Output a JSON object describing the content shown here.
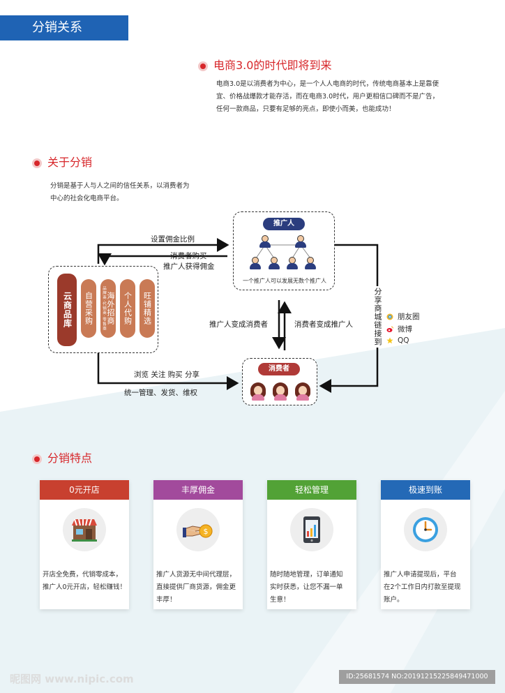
{
  "header": {
    "title": "分销关系"
  },
  "intro": {
    "title": "电商3.0的时代即将到来",
    "lines": [
      "电商3.0是以消费者为中心，是一个人人电商的时代，传统电商基本上是靠便",
      "宜、价格战爆款才能存活，而在电商3.0时代，用户更相信口碑而不是广告，",
      "任何一款商品，只要有足够的亮点，即使小而美，也能成功！"
    ]
  },
  "about": {
    "title": "关于分销",
    "lines": [
      "分销是基于人与人之间的信任关系，以消费者为",
      "中心的社会化电商平台。"
    ]
  },
  "diagram": {
    "left_items": [
      "云商品库",
      "自营采购",
      "海外招商",
      "个人代购",
      "旺铺精选"
    ],
    "left_small": "品牌商·代销商·零售商",
    "promoter": {
      "label": "推广人",
      "caption": "一个推广人可以发展无数个推广人"
    },
    "consumer": {
      "label": "消费者"
    },
    "texts": {
      "set_commission": "设置佣金比例",
      "consumer_buy": "消费者购买",
      "promoter_get": "推广人获得佣金",
      "promoter_to_consumer": "推广人变成消费者",
      "consumer_to_promoter": "消费者变成推广人",
      "browse": "浏览 关注 购买 分享",
      "manage": "统一管理、发货、维权",
      "share_vertical": "分享商城链接到"
    },
    "share": [
      {
        "icon": "moments-icon",
        "label": "朋友圈"
      },
      {
        "icon": "weibo-icon",
        "label": "微博"
      },
      {
        "icon": "qq-icon",
        "label": "QQ"
      }
    ],
    "colors": {
      "dark_pill": "#9b3a2b",
      "light_pill": "#c97a55",
      "navy": "#2b3d7e",
      "red": "#b03a37"
    }
  },
  "features": {
    "title": "分销特点",
    "cards": [
      {
        "title": "0元开店",
        "color": "#c8402f",
        "icon": "shop-icon",
        "lines": [
          "开店全免费，代销零成本，",
          "推广人0元开店，轻松赚钱！"
        ]
      },
      {
        "title": "丰厚佣金",
        "color": "#a24a9c",
        "icon": "money-hand-icon",
        "lines": [
          "推广人货源无中间代理层，",
          "直接提供厂商货源，佣金更",
          "丰厚！"
        ]
      },
      {
        "title": "轻松管理",
        "color": "#52a236",
        "icon": "phone-chart-icon",
        "lines": [
          "随时随地管理，订单通知",
          "实时获悉，让您不漏一单",
          "生意！"
        ]
      },
      {
        "title": "极速到账",
        "color": "#2469b6",
        "icon": "clock-icon",
        "lines": [
          "推广人申请提现后，平台",
          "在2个工作日内打款至提现",
          "账户。"
        ]
      }
    ]
  },
  "footer": {
    "left": "昵图网 www.nipic.com",
    "right": "ID:25681574 NO:20191215225849471000"
  }
}
